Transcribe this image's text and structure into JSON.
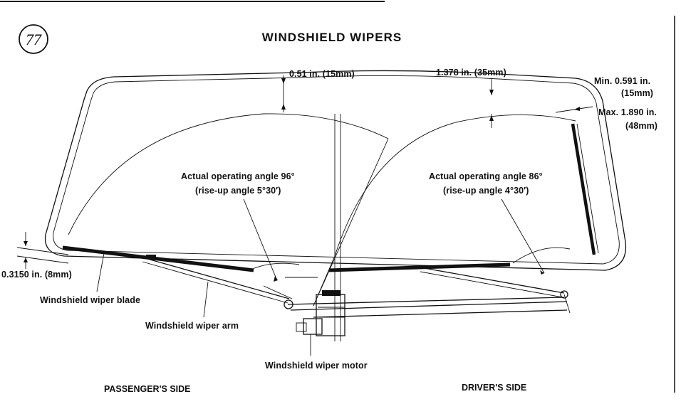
{
  "page_number": "77",
  "title": "WINDSHIELD WIPERS",
  "labels": {
    "dim_top_left": "0.51 in. (15mm)",
    "dim_top_right": "1.378 in. (35mm)",
    "dim_min_line1": "Min. 0.591 in.",
    "dim_min_line2": "(15mm)",
    "dim_max_line1": "Max. 1.890 in.",
    "dim_max_line2": "(48mm)",
    "passenger_angle_line1": "Actual operating angle 96°",
    "passenger_angle_line2": "(rise-up angle 5°30′)",
    "driver_angle_line1": "Actual operating angle 86°",
    "driver_angle_line2": "(rise-up angle 4°30′)",
    "dim_left_edge": "0.3150 in. (8mm)",
    "blade": "Windshield wiper blade",
    "arm": "Windshield wiper arm",
    "motor": "Windshield wiper motor"
  },
  "footer": {
    "passenger_side": "PASSENGER'S SIDE",
    "driver_side": "DRIVER'S SIDE"
  }
}
